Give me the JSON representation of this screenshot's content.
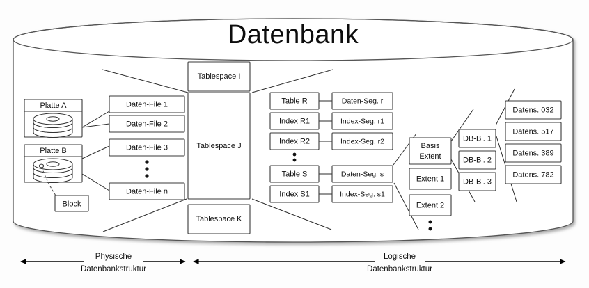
{
  "diagram": {
    "title": "Datenbank",
    "physical": {
      "disks": [
        {
          "label": "Platte A"
        },
        {
          "label": "Platte B"
        }
      ],
      "block_label": "Block",
      "data_files": [
        "Daten-File 1",
        "Daten-File 2",
        "Daten-File 3",
        "Daten-File n"
      ],
      "data_files_ellipsis": true
    },
    "tablespaces": [
      "Tablespace I",
      "Tablespace J",
      "Tablespace K"
    ],
    "logical": {
      "objects": [
        "Table R",
        "Index R1",
        "Index R2",
        "Table S",
        "Index S1"
      ],
      "segments": [
        "Daten-Seg. r",
        "Index-Seg. r1",
        "Index-Seg. r2",
        "Daten-Seg. s",
        "Index-Seg. s1"
      ],
      "objects_ellipsis": true,
      "extents": [
        "Basis Extent",
        "Extent 1",
        "Extent 2"
      ],
      "extents_ellipsis": true,
      "blocks": [
        "DB-Bl. 1",
        "DB-Bl. 2",
        "DB-Bl. 3"
      ],
      "records": [
        "Datens. 032",
        "Datens. 517",
        "Datens. 389",
        "Datens. 782"
      ]
    },
    "captions": {
      "physical_line1": "Physische",
      "physical_line2": "Datenbankstruktur",
      "logical_line1": "Logische",
      "logical_line2": "Datenbankstruktur"
    },
    "colors": {
      "stroke": "#3a3a3a",
      "cylinder": "#555555",
      "text": "#111111",
      "background": "#fdfdfd"
    }
  }
}
